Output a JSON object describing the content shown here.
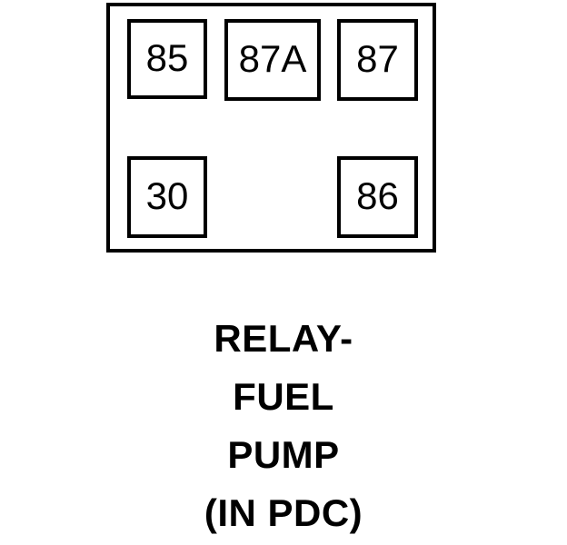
{
  "diagram": {
    "type": "automotive-relay-terminal-pinout",
    "component_name": "RELAY- FUEL PUMP",
    "location_note": "(IN PDC)",
    "body": {
      "shape": "rectangle",
      "stroke_color": "#000000",
      "fill_color": "#ffffff"
    },
    "terminals": [
      {
        "id": "85",
        "label": "85",
        "row": "top",
        "column": "left"
      },
      {
        "id": "87A",
        "label": "87A",
        "row": "top",
        "column": "center"
      },
      {
        "id": "87",
        "label": "87",
        "row": "top",
        "column": "right"
      },
      {
        "id": "30",
        "label": "30",
        "row": "bottom",
        "column": "left"
      },
      {
        "id": "86",
        "label": "86",
        "row": "bottom",
        "column": "right"
      }
    ]
  },
  "caption": {
    "lines": [
      "RELAY-",
      "FUEL",
      "PUMP",
      "(IN PDC)"
    ]
  },
  "colors": {
    "background": "#ffffff",
    "line": "#000000",
    "text": "#000000"
  }
}
